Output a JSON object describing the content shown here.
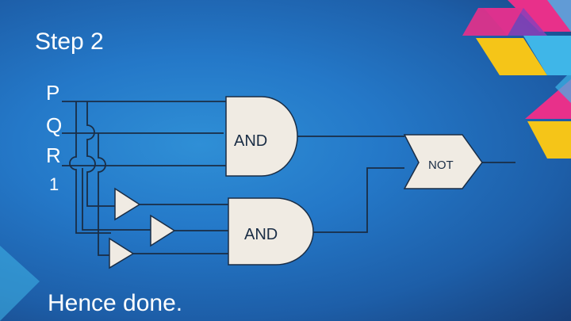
{
  "slide": {
    "title": "Step 2",
    "footer": "Hence done."
  },
  "inputs": [
    "P",
    "Q",
    "R",
    "1"
  ],
  "gates": {
    "and_top": "AND",
    "and_bottom": "AND",
    "not_gate": "NOT"
  },
  "colors": {
    "wire": "#1a2d45",
    "gate_fill": "#f0ebe3",
    "accent_pink": "#e8308a",
    "accent_yellow": "#f5c518",
    "accent_cyan": "#3fb6e8",
    "accent_purple": "#8b3fb8"
  }
}
